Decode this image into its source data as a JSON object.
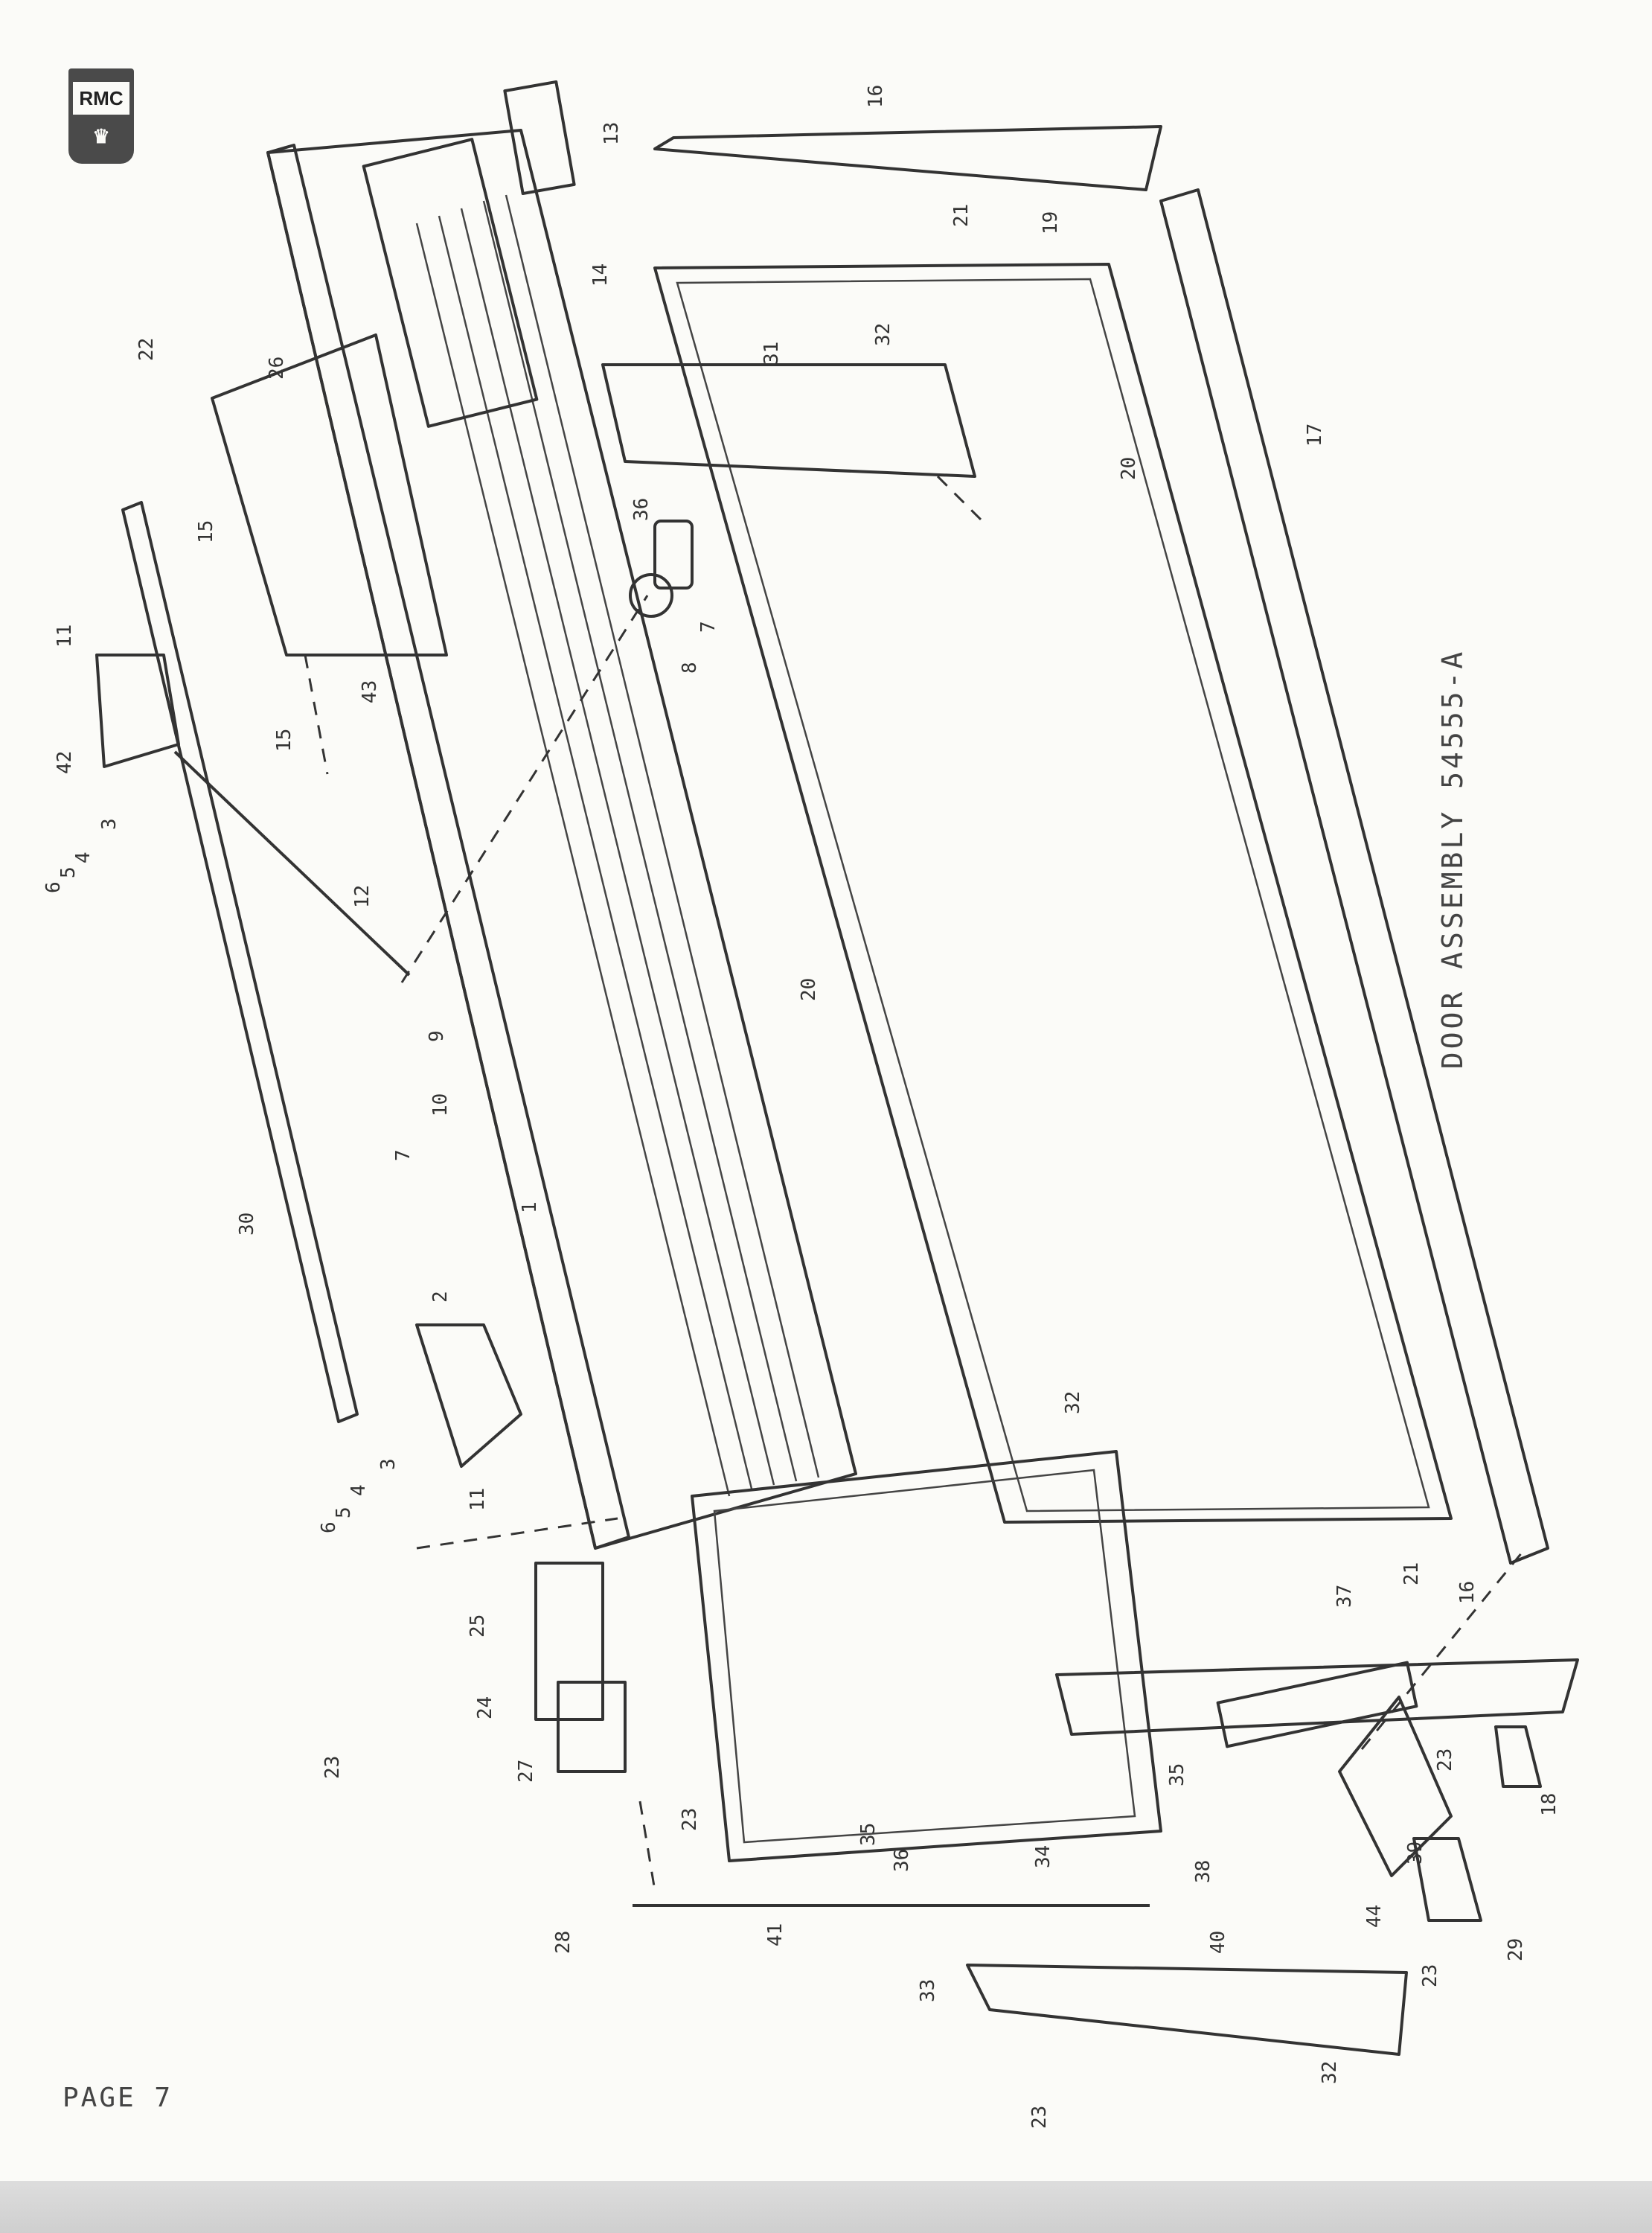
{
  "page": {
    "label": "PAGE 7",
    "title": "DOOR ASSEMBLY 54555-A"
  },
  "logo": {
    "text": "RMC"
  },
  "callouts": [
    {
      "id": "c1",
      "text": "1"
    },
    {
      "id": "c2",
      "text": "2"
    },
    {
      "id": "c3a",
      "text": "3"
    },
    {
      "id": "c3b",
      "text": "3"
    },
    {
      "id": "c4a",
      "text": "4"
    },
    {
      "id": "c4b",
      "text": "4"
    },
    {
      "id": "c5a",
      "text": "5"
    },
    {
      "id": "c5b",
      "text": "5"
    },
    {
      "id": "c6a",
      "text": "6"
    },
    {
      "id": "c6b",
      "text": "6"
    },
    {
      "id": "c7a",
      "text": "7"
    },
    {
      "id": "c7b",
      "text": "7"
    },
    {
      "id": "c8",
      "text": "8"
    },
    {
      "id": "c9",
      "text": "9"
    },
    {
      "id": "c10",
      "text": "10"
    },
    {
      "id": "c11a",
      "text": "11"
    },
    {
      "id": "c11b",
      "text": "11"
    },
    {
      "id": "c12",
      "text": "12"
    },
    {
      "id": "c13",
      "text": "13"
    },
    {
      "id": "c14",
      "text": "14"
    },
    {
      "id": "c15a",
      "text": "15"
    },
    {
      "id": "c15b",
      "text": "15"
    },
    {
      "id": "c16a",
      "text": "16"
    },
    {
      "id": "c16b",
      "text": "16"
    },
    {
      "id": "c17",
      "text": "17"
    },
    {
      "id": "c18",
      "text": "18"
    },
    {
      "id": "c19",
      "text": "19"
    },
    {
      "id": "c20a",
      "text": "20"
    },
    {
      "id": "c20b",
      "text": "20"
    },
    {
      "id": "c21a",
      "text": "21"
    },
    {
      "id": "c21b",
      "text": "21"
    },
    {
      "id": "c22",
      "text": "22"
    },
    {
      "id": "c23a",
      "text": "23"
    },
    {
      "id": "c23b",
      "text": "23"
    },
    {
      "id": "c23c",
      "text": "23"
    },
    {
      "id": "c23d",
      "text": "23"
    },
    {
      "id": "c23e",
      "text": "23"
    },
    {
      "id": "c24",
      "text": "24"
    },
    {
      "id": "c25",
      "text": "25"
    },
    {
      "id": "c26",
      "text": "26"
    },
    {
      "id": "c27",
      "text": "27"
    },
    {
      "id": "c28",
      "text": "28"
    },
    {
      "id": "c29",
      "text": "29"
    },
    {
      "id": "c30",
      "text": "30"
    },
    {
      "id": "c31",
      "text": "31"
    },
    {
      "id": "c32a",
      "text": "32"
    },
    {
      "id": "c32b",
      "text": "32"
    },
    {
      "id": "c32c",
      "text": "32"
    },
    {
      "id": "c33",
      "text": "33"
    },
    {
      "id": "c34",
      "text": "34"
    },
    {
      "id": "c35a",
      "text": "35"
    },
    {
      "id": "c35b",
      "text": "35"
    },
    {
      "id": "c36a",
      "text": "36"
    },
    {
      "id": "c36b",
      "text": "36"
    },
    {
      "id": "c37",
      "text": "37"
    },
    {
      "id": "c38",
      "text": "38"
    },
    {
      "id": "c39",
      "text": "39"
    },
    {
      "id": "c40",
      "text": "40"
    },
    {
      "id": "c41",
      "text": "41"
    },
    {
      "id": "c42",
      "text": "42"
    },
    {
      "id": "c43",
      "text": "43"
    },
    {
      "id": "c44",
      "text": "44"
    }
  ]
}
